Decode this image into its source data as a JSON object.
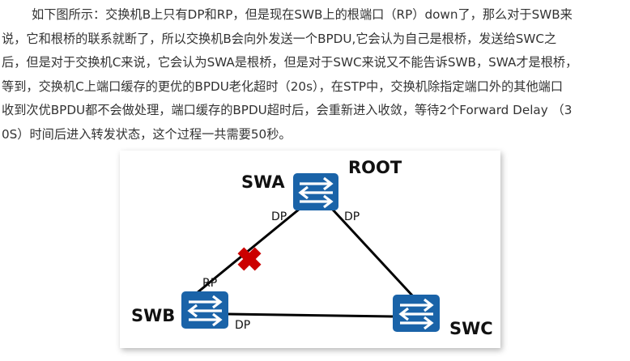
{
  "paragraph": {
    "lines": [
      "如下图所示：交换机B上只有DP和RP，但是现在SWB上的根端口（RP）down了，那么对于SWB来",
      "说，它和根桥的联系就断了，所以交换机B会向外发送一个BPDU,它会认为自己是根桥，发送给SWC之",
      "后，但是对于交换机C来说，它会认为SWA是根桥，但是对于SWC来说又不能告诉SWB，SWA才是根桥，",
      "等到，交换机C上端口缓存的更优的BPDU老化超时（20s），在STP中，交换机除指定端口外的其他端口",
      "收到次优BPDU都不会做处理，端口缓存的BPDU超时后，会重新进入收敛，等待2个Forward Delay （3",
      "0S）时间后进入转发状态，这个过程一共需要50秒。"
    ]
  },
  "diagram": {
    "root_label": "ROOT",
    "switches": {
      "swa": {
        "name": "SWA"
      },
      "swb": {
        "name": "SWB"
      },
      "swc": {
        "name": "SWC"
      }
    },
    "ports": {
      "swa_left": "DP",
      "swa_right": "DP",
      "swb_up": "RP",
      "swb_right": "DP"
    },
    "failed_link": "SWA-SWB",
    "colors": {
      "switch_fill": "#1a63a8",
      "link": "#000000",
      "failure_mark": "#cc0000"
    }
  }
}
